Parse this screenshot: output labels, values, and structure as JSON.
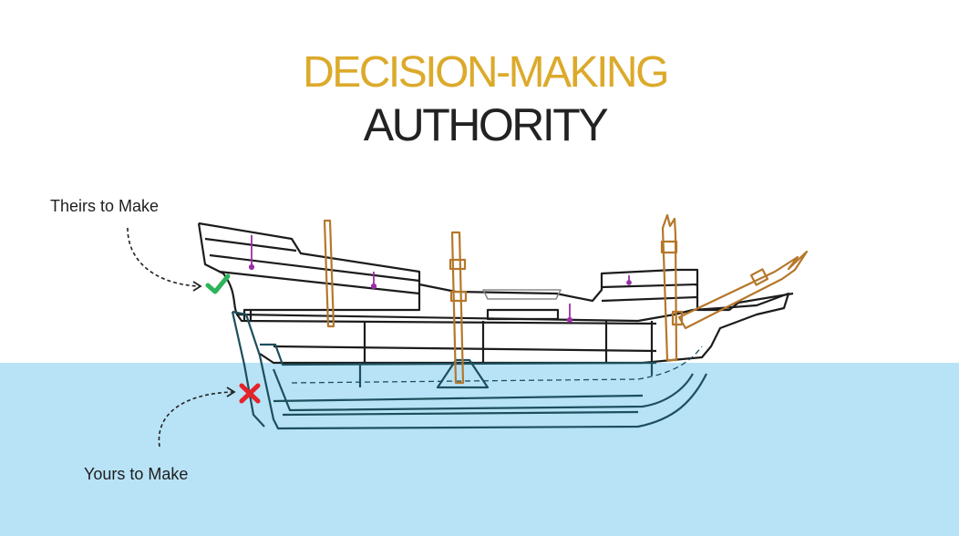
{
  "title": {
    "line1": "DECISION-MAKING",
    "line2": "AUTHORITY"
  },
  "labels": {
    "above_water": "Theirs to Make",
    "below_water": "Yours to Make"
  },
  "icons": {
    "above_water_marker": "green-checkmark-icon",
    "below_water_marker": "red-x-icon"
  },
  "colors": {
    "title_accent": "#dcaa2b",
    "title_dark": "#222222",
    "water": "#b8e3f7",
    "check": "#2eb35a",
    "cross": "#e5242a",
    "hull_above": "#1c1c1c",
    "hull_below": "#1d4f5c",
    "mast": "#b5772a"
  }
}
